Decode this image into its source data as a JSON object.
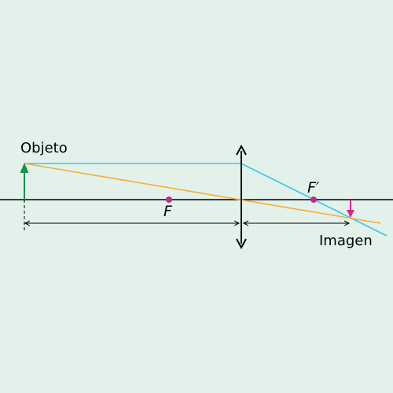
{
  "labels": {
    "object": "Objeto",
    "image": "Imagen",
    "focal_front": "F",
    "focal_back": "F′"
  },
  "colors": {
    "background": "#e2f2eb",
    "axis": "#000000",
    "ray_parallel": "#38c6ea",
    "ray_center": "#f5ad33",
    "object_arrow": "#1a9150",
    "image_arrow": "#d6288a",
    "focal_point": "#c02a8c"
  },
  "icons": {
    "lens": "converging-lens-double-arrow",
    "object": "up-arrow",
    "image": "down-arrow"
  }
}
